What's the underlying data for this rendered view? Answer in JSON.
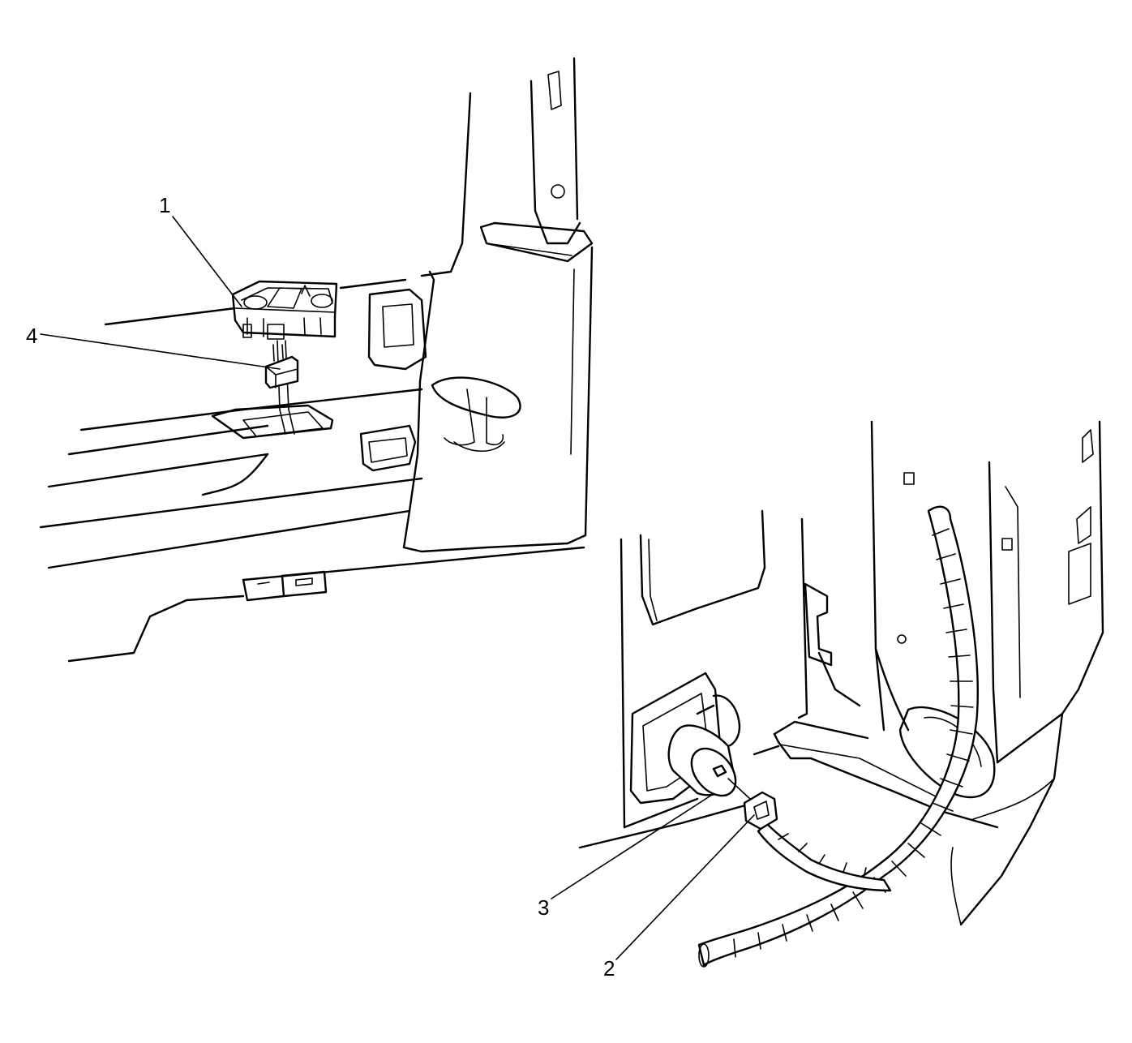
{
  "diagram": {
    "colors": {
      "line": "#000000",
      "background": "#ffffff"
    },
    "callouts": [
      {
        "id": "1",
        "label": "1"
      },
      {
        "id": "4",
        "label": "4"
      },
      {
        "id": "3",
        "label": "3"
      },
      {
        "id": "2",
        "label": "2"
      }
    ]
  }
}
